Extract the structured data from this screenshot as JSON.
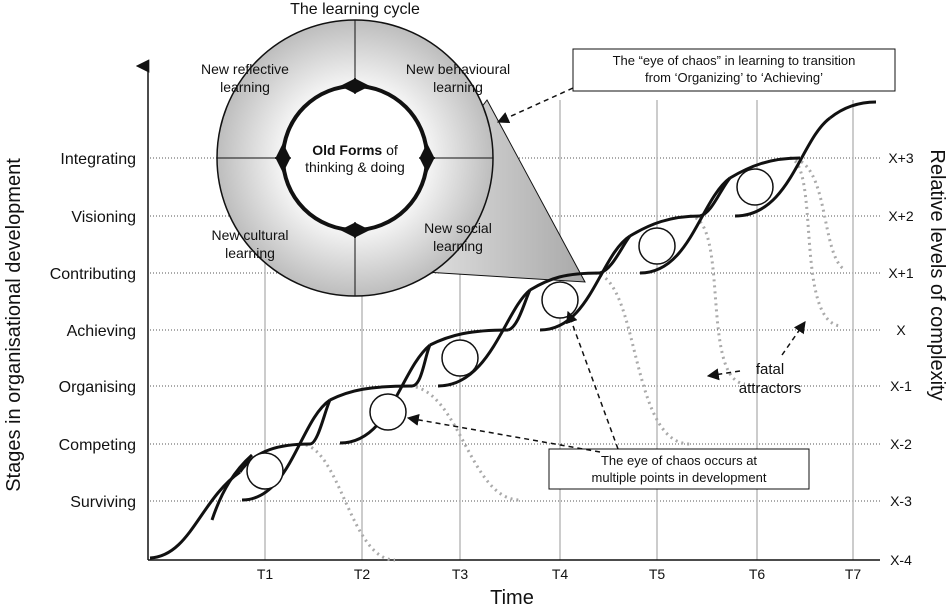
{
  "diagram": {
    "title": "The learning cycle",
    "y_axis_title": "Stages in organisational development",
    "x_axis_title": "Time",
    "right_axis_title": "Relative levels of complexity",
    "stages": [
      "Integrating",
      "Visioning",
      "Contributing",
      "Achieving",
      "Organising",
      "Competing",
      "Surviving"
    ],
    "levels": [
      "X+3",
      "X+2",
      "X+1",
      "X",
      "X-1",
      "X-2",
      "X-3",
      "X-4"
    ],
    "times": [
      "T1",
      "T2",
      "T3",
      "T4",
      "T5",
      "T6",
      "T7"
    ],
    "learning_cycle": {
      "quadrants": {
        "top_left": [
          "New reflective",
          "learning"
        ],
        "top_right": [
          "New behavioural",
          "learning"
        ],
        "bottom_left": [
          "New cultural",
          "learning"
        ],
        "bottom_right": [
          "New social",
          "learning"
        ]
      },
      "center_bold": "Old Forms",
      "center_rest": " of",
      "center_line2": "thinking & doing"
    },
    "callouts": {
      "eye_of_chaos_top": [
        "The “eye of chaos” in learning to transition",
        "from ‘Organizing’ to ‘Achieving’"
      ],
      "eye_of_chaos_multi": [
        "The eye of chaos occurs at",
        "multiple points in development"
      ],
      "fatal_attractors": [
        "fatal",
        "attractors"
      ]
    },
    "colors": {
      "curve": "#111111",
      "fatal_attractor_path": "#aaaaaa",
      "grid_vertical": "#bbbbbb",
      "grid_horizontal": "#555555"
    }
  }
}
